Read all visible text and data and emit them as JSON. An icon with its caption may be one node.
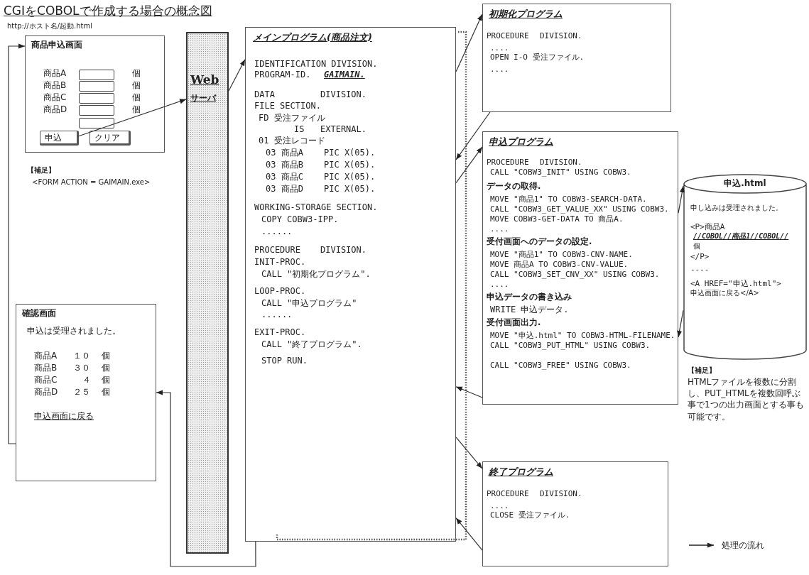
{
  "diagram": {
    "title": "CGIをCOBOLで作成する場合の概念図",
    "nodes": [
      {
        "text": [
          "商品申込画面",
          "商品A",
          "個",
          "商品B",
          "個",
          "商品C",
          "個",
          "商品D",
          "個"
        ]
      },
      {
        "text": [
          "申込"
        ],
        "in": 0
      },
      {
        "text": [
          "クリア"
        ],
        "in": 0
      },
      {
        "text": [
          "Web",
          "サーバ"
        ]
      },
      {
        "text": [
          "メインプログラム(商品注文)",
          "IDENTIFICATION DIVISION.",
          "PROGRAM-ID.",
          "GAIMAIN.",
          "DATA",
          "DIVISION.",
          "FILE SECTION.",
          "FD 受注ファイル",
          "IS",
          "EXTERNAL.",
          "01 受注レコード",
          "03 商品A",
          "PIC X(05).",
          "03 商品B",
          "PIC X(05).",
          "03 商品C",
          "PIC X(05).",
          "03 商品D",
          "PIC X(05).",
          "WORKING-STORAGE SECTION.",
          "COPY COBW3-IPP.",
          "......",
          "PROCEDURE",
          "DIVISION.",
          "INIT-PROC.",
          "CALL \"初期化プログラム\".",
          "LOOP-PROC.",
          "CALL \"申込プログラム\"",
          "......",
          "EXIT-PROC.",
          "CALL \"終了プログラム\".",
          "STOP RUN."
        ]
      },
      {
        "text": [
          "初期化プログラム",
          "PROCEDURE",
          "DIVISION.",
          "....",
          "OPEN I-O 受注ファイル.",
          "...."
        ]
      },
      {
        "text": [
          "申込プログラム",
          "PROCEDURE",
          "DIVISION.",
          "CALL \"COBW3_INIT\" USING COBW3.",
          "データの取得.",
          "MOVE \"商品1\" TO COBW3-SEARCH-DATA.",
          "CALL \"COBW3_GET_VALUE_XX\" USING COBW3.",
          "MOVE COBW3-GET-DATA TO 商品A.",
          "....",
          "受付画面へのデータの設定.",
          "MOVE \"商品1\" TO COBW3-CNV-NAME.",
          "MOVE 商品A TO COBW3-CNV-VALUE.",
          "CALL \"COBW3_SET_CNV_XX\" USING COBW3.",
          "....",
          "申込データの書き込み",
          "WRITE 申込データ.",
          "受付画面出力.",
          "MOVE \"申込.html\" TO COBW3-HTML-FILENAME.",
          "CALL \"COBW3_PUT_HTML\" USING COBW3.",
          "CALL \"COBW3_FREE\" USING COBW3."
        ]
      },
      {
        "text": [
          "申込.html",
          "申し込みは受理されました。",
          "<P>商品A",
          "//COBOL//商品1//COBOL//",
          "個",
          "</P>",
          "----",
          "<A HREF=\"申込.html\">",
          "申込画面に戻る</A>"
        ]
      },
      {
        "text": [
          "終了プログラム",
          "PROCEDURE",
          "DIVISION.",
          "....",
          "CLOSE 受注ファイル."
        ]
      },
      {
        "text": [
          "確認画面",
          "申込は受理されました。",
          "商品A",
          "１０",
          "個",
          "商品B",
          "３０",
          "個",
          "商品C",
          "４",
          "個",
          "商品D",
          "２５",
          "個",
          "申込画面に戻る"
        ]
      }
    ],
    "edges": [
      {
        "from": 1,
        "to": 3,
        "arrow": "to"
      },
      {
        "from": 3,
        "to": 4,
        "arrow": "to"
      },
      {
        "from": 4,
        "to": 5,
        "arrow": "to"
      },
      {
        "from": 5,
        "to": 4,
        "arrow": "to"
      },
      {
        "from": 4,
        "to": 6,
        "arrow": "to"
      },
      {
        "from": 6,
        "to": 4,
        "arrow": "to"
      },
      {
        "from": 4,
        "to": 8,
        "arrow": "to"
      },
      {
        "from": 8,
        "to": 4,
        "arrow": "to"
      },
      {
        "from": 4,
        "to": 9,
        "arrow": "to"
      },
      {
        "from": 6,
        "to": 7,
        "arrow": "to"
      },
      {
        "from": 7,
        "to": 6,
        "arrow": "to"
      },
      {
        "from": 9,
        "to": 0,
        "arrow": "to"
      }
    ],
    "labels": [
      "http://ホスト名/起動.html",
      "【補足】",
      "<FORM ACTION = GAIMAIN.exe>",
      "【補足】",
      "HTMLファイルを複数に分割し、PUT_HTMLを複数回呼ぶ事で1つの出力画面とする事も可能です。"
    ],
    "legend": [
      {
        "text": "処理の流れ"
      }
    ]
  }
}
